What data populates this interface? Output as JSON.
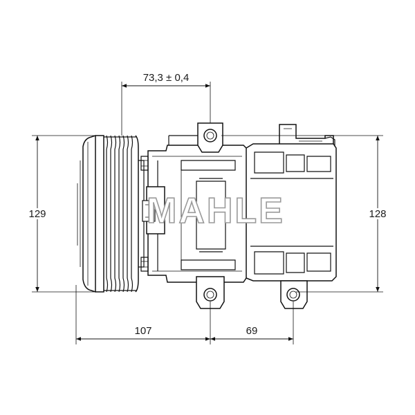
{
  "drawing": {
    "dimensions": {
      "top_width": "73,3 ± 0,4",
      "left_height": "129",
      "right_height": "128",
      "bottom_left": "107",
      "bottom_right": "69"
    },
    "watermark": "MAHLE"
  }
}
